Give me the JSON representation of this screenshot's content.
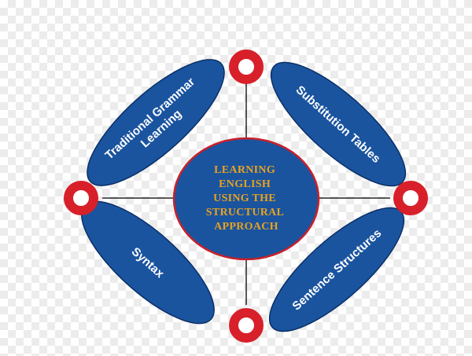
{
  "colors": {
    "petal_fill": "#1a549f",
    "petal_stroke": "#0b2f66",
    "center_fill": "#1a549f",
    "center_stroke": "#c8202a",
    "center_text": "#e9a21f",
    "ring": "#d8202a",
    "connector": "#222222"
  },
  "center": {
    "lines": [
      "LEARNING",
      "ENGLISH",
      "USING THE",
      "STRUCTURAL",
      "APPROACH"
    ]
  },
  "petals": {
    "top_left": {
      "lines": [
        "Traditional Grammar",
        "Learning"
      ]
    },
    "top_right": {
      "lines": [
        "Substitution Tables"
      ]
    },
    "bottom_left": {
      "lines": [
        "Syntax"
      ]
    },
    "bottom_right": {
      "lines": [
        "Sentence Structures"
      ]
    }
  },
  "nodes": {
    "top": {
      "icon": "ring-node-icon"
    },
    "left": {
      "icon": "ring-node-icon"
    },
    "right": {
      "icon": "ring-node-icon"
    },
    "bottom": {
      "icon": "ring-node-icon"
    }
  }
}
